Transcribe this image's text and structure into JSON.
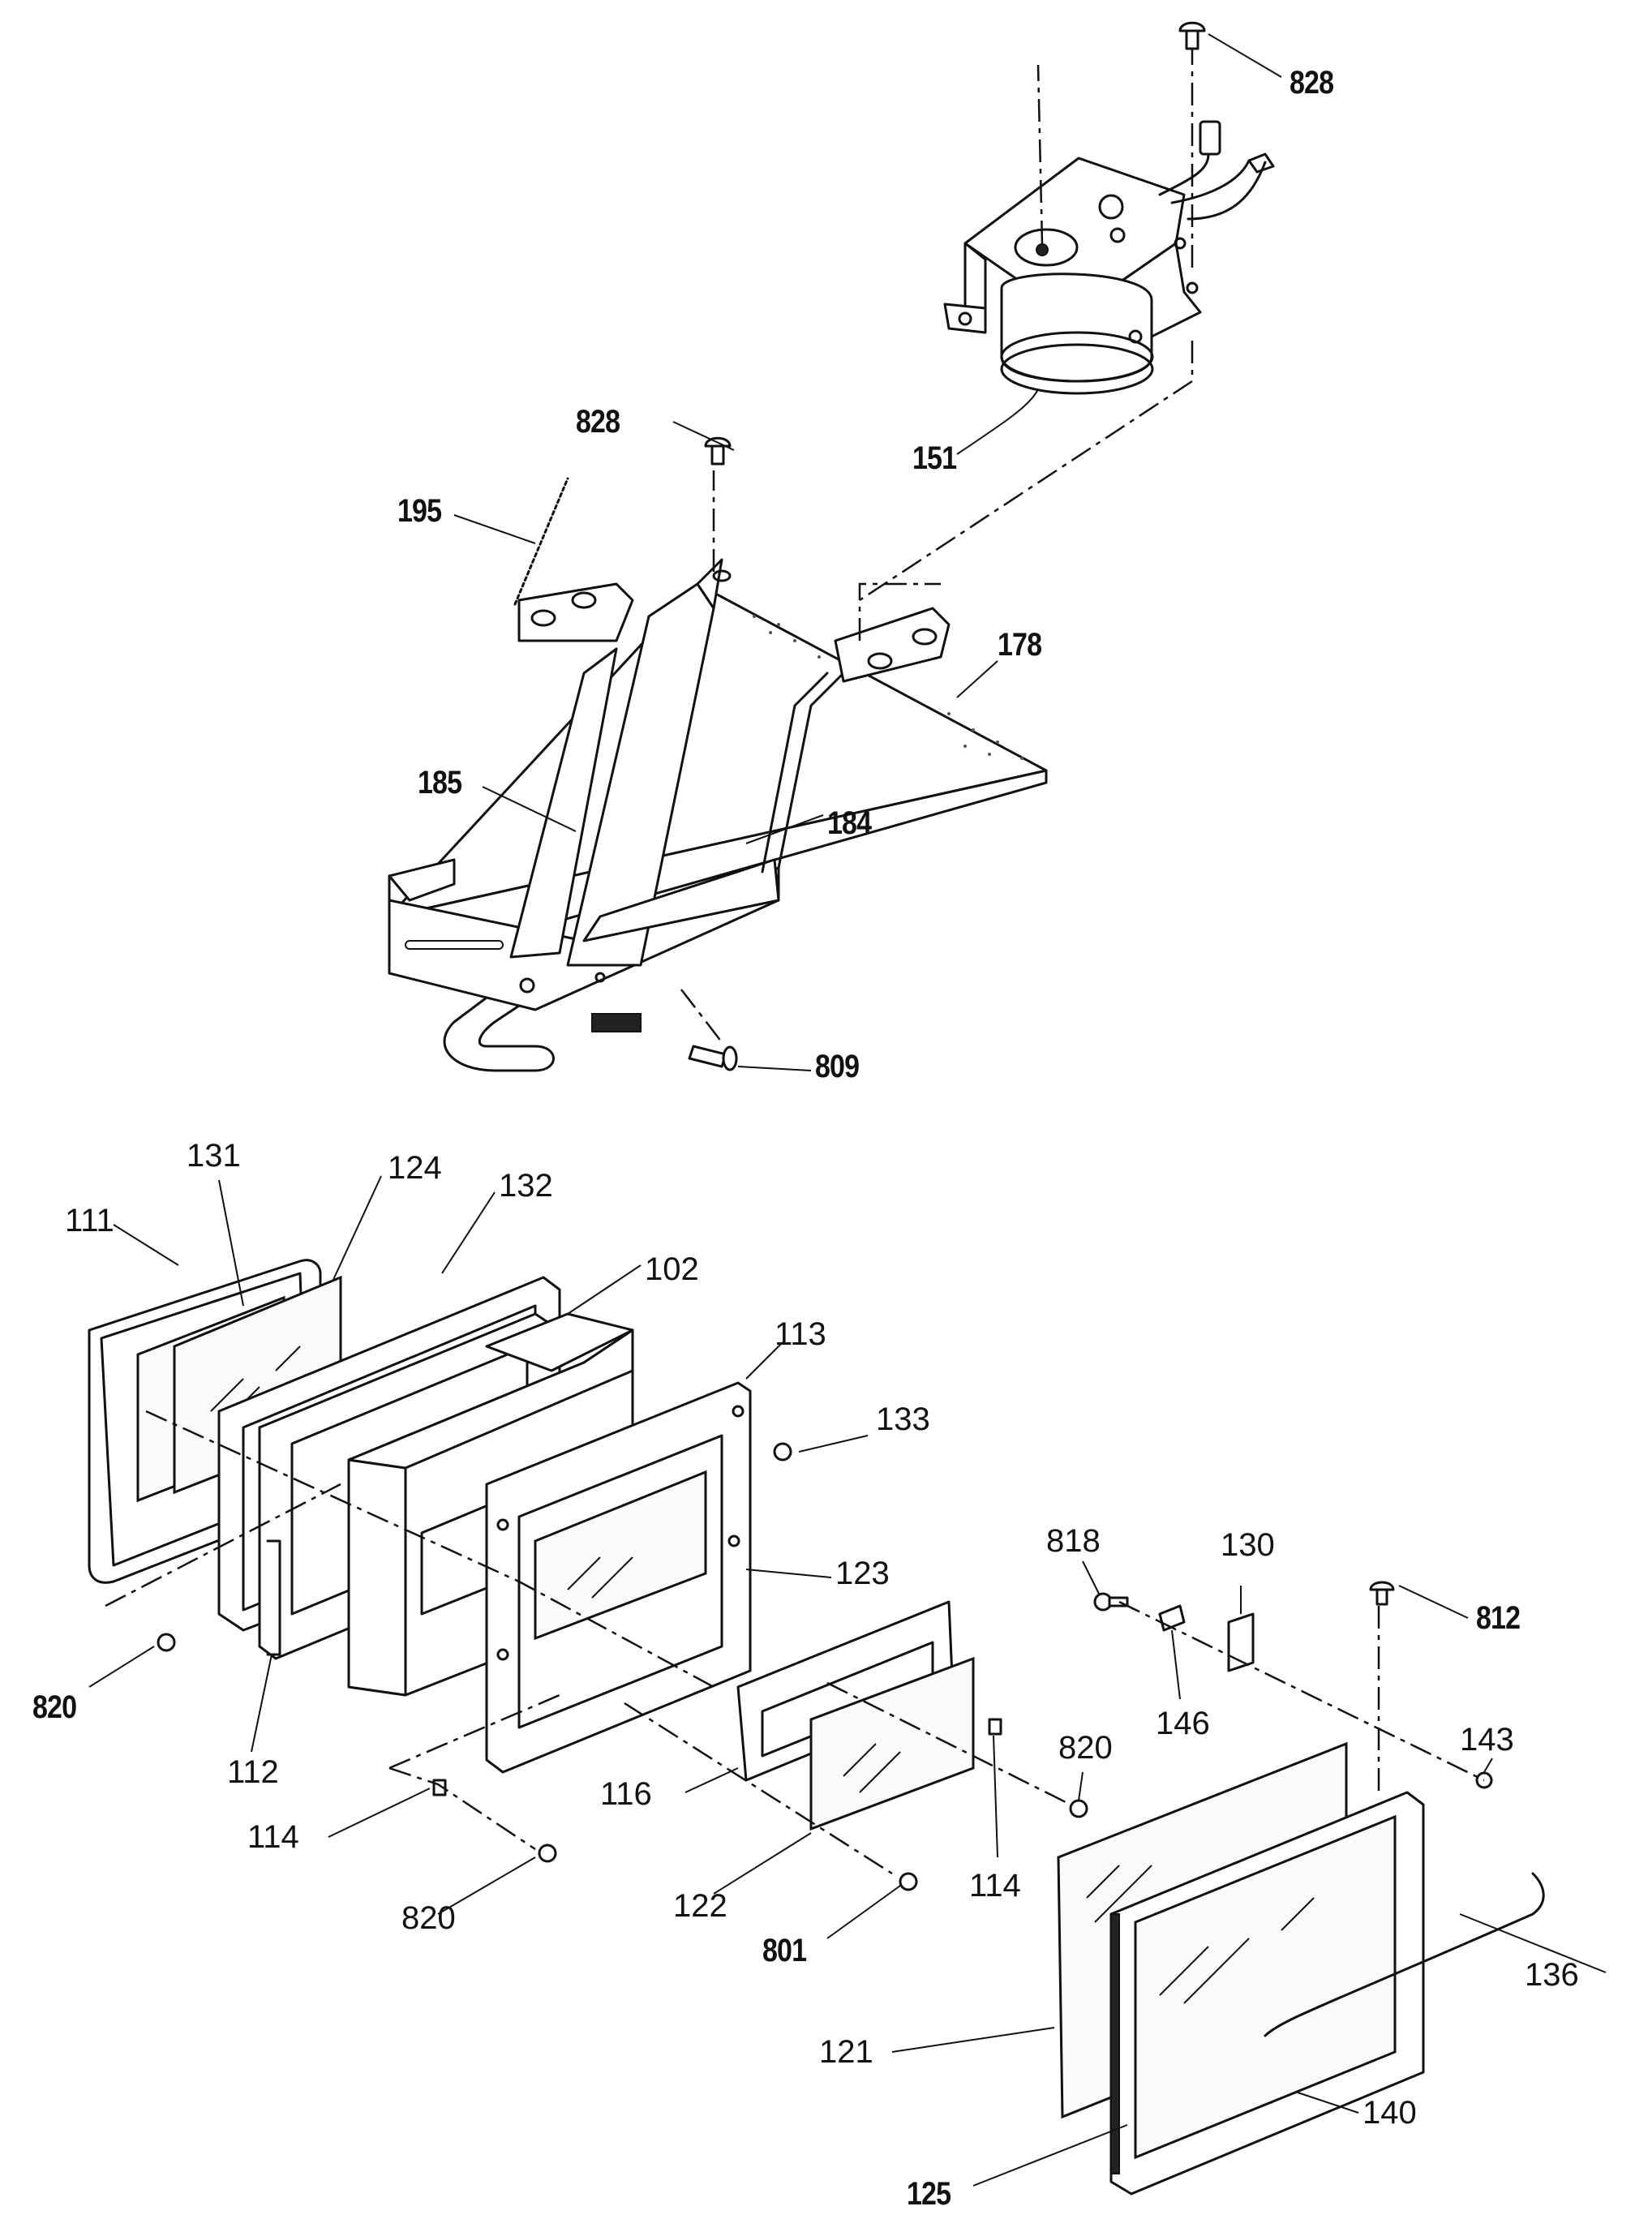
{
  "callouts": [
    {
      "id": "828a",
      "text": "828"
    },
    {
      "id": "151",
      "text": "151"
    },
    {
      "id": "828b",
      "text": "828"
    },
    {
      "id": "195",
      "text": "195"
    },
    {
      "id": "178",
      "text": "178"
    },
    {
      "id": "185",
      "text": "185"
    },
    {
      "id": "184",
      "text": "184"
    },
    {
      "id": "809",
      "text": "809"
    },
    {
      "id": "131",
      "text": "131"
    },
    {
      "id": "124",
      "text": "124"
    },
    {
      "id": "132",
      "text": "132"
    },
    {
      "id": "111",
      "text": "111"
    },
    {
      "id": "102",
      "text": "102"
    },
    {
      "id": "113",
      "text": "113"
    },
    {
      "id": "133",
      "text": "133"
    },
    {
      "id": "123",
      "text": "123"
    },
    {
      "id": "818",
      "text": "818"
    },
    {
      "id": "130",
      "text": "130"
    },
    {
      "id": "812",
      "text": "812"
    },
    {
      "id": "820a",
      "text": "820"
    },
    {
      "id": "112",
      "text": "112"
    },
    {
      "id": "146",
      "text": "146"
    },
    {
      "id": "820b",
      "text": "820"
    },
    {
      "id": "143",
      "text": "143"
    },
    {
      "id": "116",
      "text": "116"
    },
    {
      "id": "114a",
      "text": "114"
    },
    {
      "id": "114b",
      "text": "114"
    },
    {
      "id": "820c",
      "text": "820"
    },
    {
      "id": "122",
      "text": "122"
    },
    {
      "id": "801",
      "text": "801"
    },
    {
      "id": "136",
      "text": "136"
    },
    {
      "id": "121",
      "text": "121"
    },
    {
      "id": "140",
      "text": "140"
    },
    {
      "id": "125",
      "text": "125"
    }
  ]
}
